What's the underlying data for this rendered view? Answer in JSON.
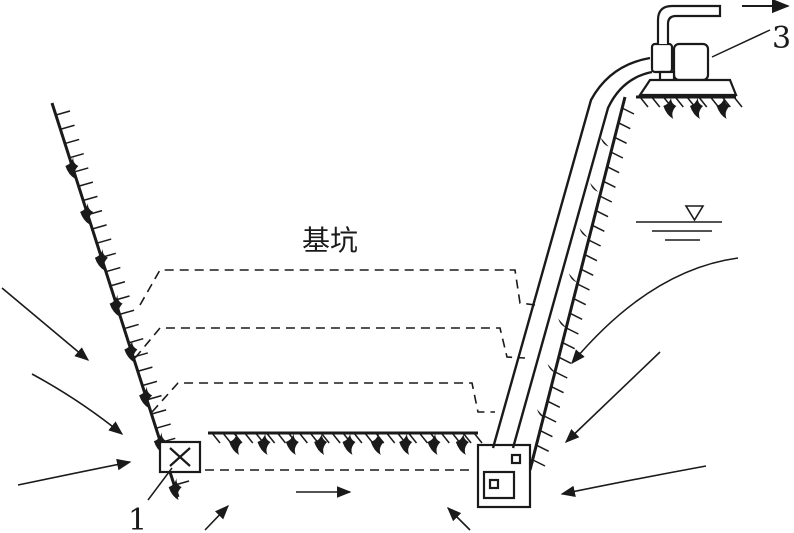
{
  "diagram": {
    "pit_label": "基坑",
    "callout_sump": "1",
    "callout_pump": "3",
    "colors": {
      "ink": "#1a1a1a",
      "background": "#ffffff"
    },
    "icons": [
      "water-level-icon",
      "flow-arrow-icon",
      "grass-hatch-icon",
      "pump-icon",
      "sump-icon"
    ]
  }
}
